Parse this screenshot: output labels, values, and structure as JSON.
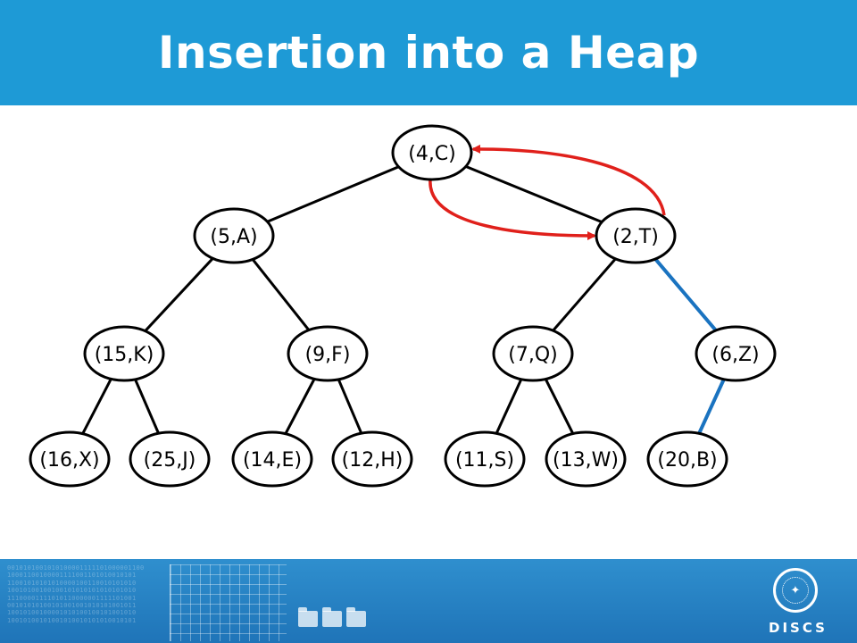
{
  "header": {
    "title": "Insertion into a Heap"
  },
  "colors": {
    "header_bg": "#1e9ad6",
    "footer_bg": "#1f74b8",
    "node_stroke": "#000000",
    "edge": "#000000",
    "swap_arrow": "#e0201b",
    "insert_path": "#1a73c0"
  },
  "tree": {
    "nodes": [
      {
        "id": "n0",
        "label": "(4,C)"
      },
      {
        "id": "n1",
        "label": "(5,A)"
      },
      {
        "id": "n2",
        "label": "(2,T)"
      },
      {
        "id": "n3",
        "label": "(15,K)"
      },
      {
        "id": "n4",
        "label": "(9,F)"
      },
      {
        "id": "n5",
        "label": "(7,Q)"
      },
      {
        "id": "n6",
        "label": "(6,Z)"
      },
      {
        "id": "n7",
        "label": "(16,X)"
      },
      {
        "id": "n8",
        "label": "(25,J)"
      },
      {
        "id": "n9",
        "label": "(14,E)"
      },
      {
        "id": "n10",
        "label": "(12,H)"
      },
      {
        "id": "n11",
        "label": "(11,S)"
      },
      {
        "id": "n12",
        "label": "(13,W)"
      },
      {
        "id": "n13",
        "label": "(20,B)"
      }
    ],
    "edges": [
      {
        "from": "n0",
        "to": "n1",
        "style": "normal"
      },
      {
        "from": "n0",
        "to": "n2",
        "style": "normal"
      },
      {
        "from": "n1",
        "to": "n3",
        "style": "normal"
      },
      {
        "from": "n1",
        "to": "n4",
        "style": "normal"
      },
      {
        "from": "n2",
        "to": "n5",
        "style": "normal"
      },
      {
        "from": "n2",
        "to": "n6",
        "style": "highlight"
      },
      {
        "from": "n3",
        "to": "n7",
        "style": "normal"
      },
      {
        "from": "n3",
        "to": "n8",
        "style": "normal"
      },
      {
        "from": "n4",
        "to": "n9",
        "style": "normal"
      },
      {
        "from": "n4",
        "to": "n10",
        "style": "normal"
      },
      {
        "from": "n5",
        "to": "n11",
        "style": "normal"
      },
      {
        "from": "n5",
        "to": "n12",
        "style": "normal"
      },
      {
        "from": "n6",
        "to": "n13",
        "style": "highlight"
      }
    ],
    "swap_arrows": [
      {
        "from": "n2",
        "to": "n0"
      },
      {
        "from": "n0",
        "to": "n2"
      }
    ]
  },
  "footer": {
    "org": "DISCS",
    "logo": "university-seal-icon",
    "decor_icons": [
      "binary-pattern",
      "grid-chart-icon",
      "folder-icon"
    ]
  }
}
